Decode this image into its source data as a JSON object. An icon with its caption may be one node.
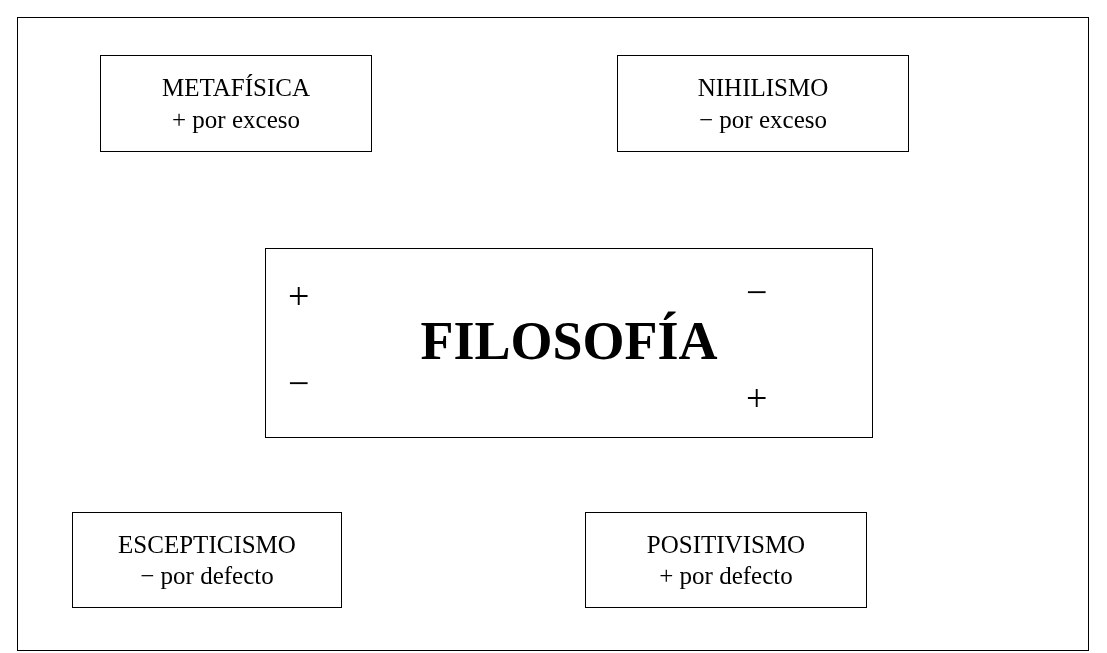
{
  "diagram": {
    "nodes": [
      {
        "text": [
          "METAFÍSICA",
          "+ por exceso"
        ]
      },
      {
        "text": [
          "NIHILISMO",
          "− por exceso"
        ]
      },
      {
        "text": [
          "+",
          "−",
          "FILOSOFÍA",
          "−",
          "+"
        ]
      },
      {
        "text": [
          "ESCEPTICISMO",
          "− por defecto"
        ]
      },
      {
        "text": [
          "POSITIVISMO",
          "+ por defecto"
        ]
      }
    ]
  }
}
